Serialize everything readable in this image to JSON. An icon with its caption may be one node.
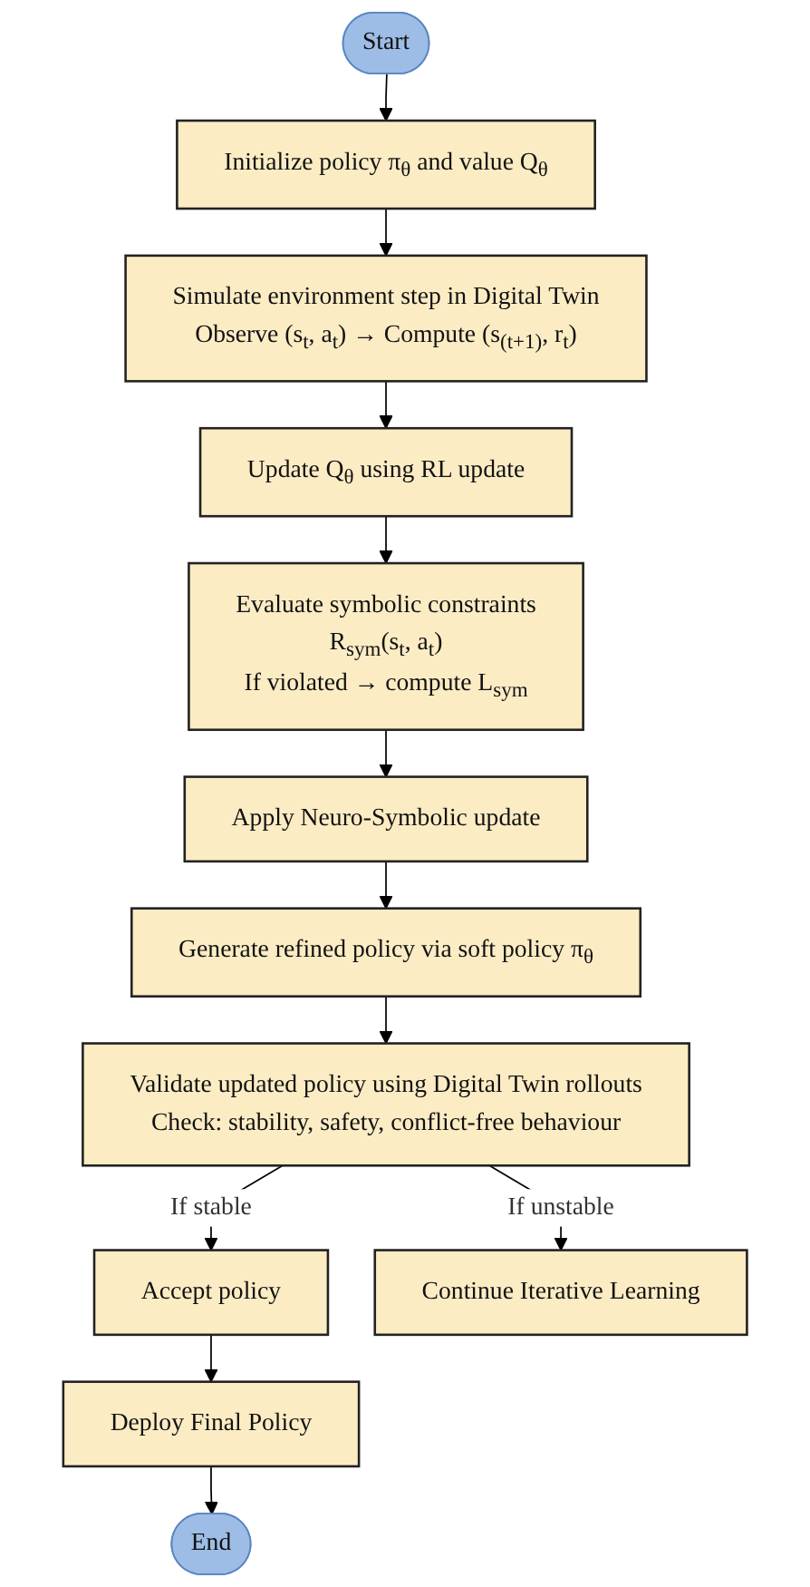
{
  "diagram": {
    "nodes": [
      {
        "text": [
          "Start"
        ]
      },
      {
        "text": [
          "Initialize policy π$_{θ}$ and value Q$_{θ}$"
        ]
      },
      {
        "text": [
          "Simulate environment step in Digital Twin",
          "Observe (s$_{t}$, a$_{t}$) → Compute (s$_{(t+1)}$, r$_{t}$)"
        ]
      },
      {
        "text": [
          "Update Q$_{θ}$ using RL update"
        ]
      },
      {
        "text": [
          "Evaluate symbolic constraints",
          "R$_{sym}$(s$_{t}$, a$_{t}$)",
          "If violated → compute L$_{sym}$"
        ]
      },
      {
        "text": [
          "Apply Neuro-Symbolic update"
        ]
      },
      {
        "text": [
          "Generate refined policy via soft policy π$_{θ}$"
        ]
      },
      {
        "text": [
          "Validate updated policy using Digital Twin rollouts",
          "Check: stability, safety, conflict-free behaviour"
        ]
      },
      {
        "text": [
          "Accept policy"
        ]
      },
      {
        "text": [
          "Continue Iterative Learning"
        ]
      },
      {
        "text": [
          "Deploy Final Policy"
        ]
      },
      {
        "text": [
          "End"
        ]
      }
    ],
    "edges": [
      {
        "from": 0,
        "to": 1,
        "arrow": "to"
      },
      {
        "from": 1,
        "to": 2,
        "arrow": "to"
      },
      {
        "from": 2,
        "to": 3,
        "arrow": "to"
      },
      {
        "from": 3,
        "to": 4,
        "arrow": "to"
      },
      {
        "from": 4,
        "to": 5,
        "arrow": "to"
      },
      {
        "from": 5,
        "to": 6,
        "arrow": "to"
      },
      {
        "from": 6,
        "to": 7,
        "arrow": "to"
      },
      {
        "from": 7,
        "to": 8,
        "label": "If stable",
        "arrow": "to"
      },
      {
        "from": 7,
        "to": 9,
        "label": "If unstable",
        "arrow": "to"
      },
      {
        "from": 8,
        "to": 10,
        "arrow": "to"
      },
      {
        "from": 10,
        "to": 11,
        "arrow": "to"
      }
    ]
  }
}
